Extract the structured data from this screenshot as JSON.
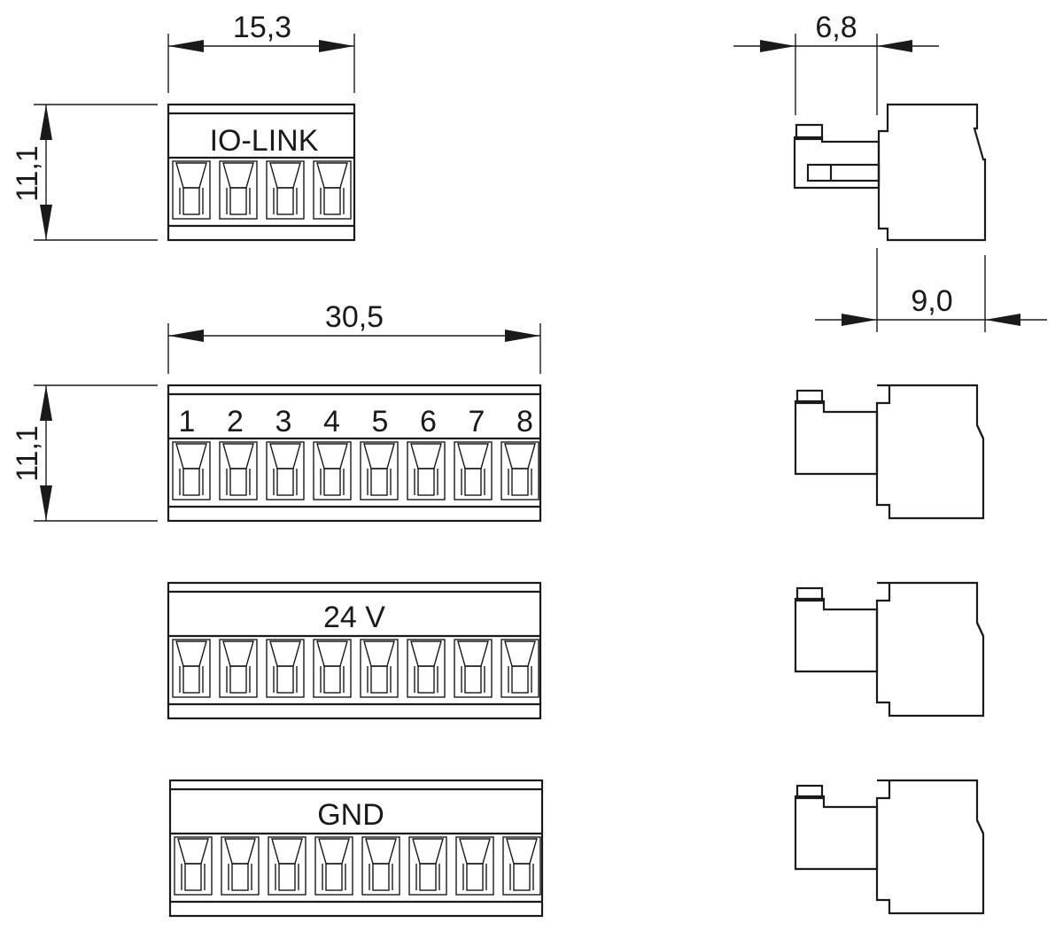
{
  "dimensions": {
    "width_4pin": "15,3",
    "width_8pin": "30,5",
    "height_4pin": "11,1",
    "height_8pin": "11,1",
    "side_top": "6,8",
    "side_depth": "9,0"
  },
  "connectors": {
    "iolink": {
      "label": "IO-LINK",
      "pins": 4
    },
    "numbered": {
      "pins": 8,
      "pin_labels": [
        "1",
        "2",
        "3",
        "4",
        "5",
        "6",
        "7",
        "8"
      ]
    },
    "v24": {
      "label": "24 V",
      "pins": 8
    },
    "gnd": {
      "label": "GND",
      "pins": 8
    }
  },
  "colors": {
    "line": "#1a1a1a",
    "background": "#ffffff"
  }
}
